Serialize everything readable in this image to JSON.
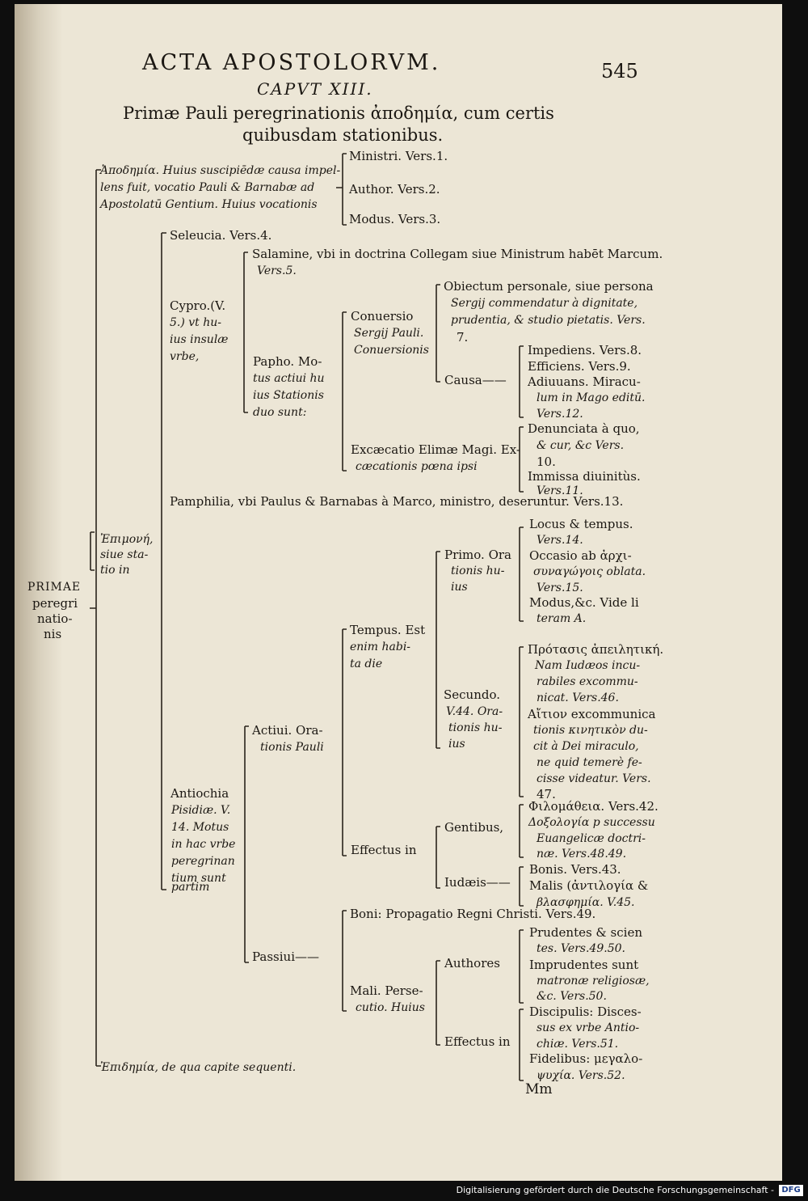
{
  "header": {
    "running_title": "ACTA APOSTOLORVM.",
    "page_number": "545",
    "chapter": "CAPVT XIII.",
    "title_line1": "Primæ Pauli peregrinationis ἀποδημία, cum certis",
    "title_line2": "quibusdam stationibus."
  },
  "root": {
    "l1": "PRIMAE",
    "l2": "peregri",
    "l3": "natio-",
    "l4": "nis"
  },
  "apodemia": {
    "l1": "Ἀποδημία. Huius suscipiēdæ causa impel-",
    "l2": "lens fuit, vocatio Pauli & Barnabæ ad",
    "l3": "Apostolatū Gentium. Huius vocationis",
    "ministri": "Ministri. Vers.1.",
    "author": "Author. Vers.2.",
    "modus": "Modus. Vers.3."
  },
  "epimone": {
    "l1": "Ἐπιμονή,",
    "l2": "siue sta-",
    "l3": "tio in"
  },
  "seleucia": "Seleucia. Vers.4.",
  "cypro": {
    "l1": "Cypro.(V.",
    "l2": "5.) vt hu-",
    "l3": "ius insulæ",
    "l4": "vrbe,"
  },
  "salamine": {
    "l1": "Salamine, vbi in doctrina Collegam siue Ministrum habēt Marcum.",
    "l2": "Vers.5."
  },
  "papho": {
    "l1": "Papho. Mo-",
    "l2": "tus actiui hu",
    "l3": "ius Stationis",
    "l4": "duo sunt:"
  },
  "conuersio": {
    "l1": "Conuersio",
    "l2": "Sergij Pauli.",
    "l3": "Conuersionis"
  },
  "obiectum": {
    "l1": "Obiectum personale, siue persona",
    "l2": "Sergij commendatur à dignitate,",
    "l3": "prudentia, & studio pietatis. Vers.",
    "l4": "7."
  },
  "causa": {
    "label": "Causa——",
    "impediens": "Impediens. Vers.8.",
    "efficiens": "Efficiens. Vers.9.",
    "adiuuans_l1": "Adiuuans. Miracu-",
    "adiuuans_l2": "lum in Mago editū.",
    "adiuuans_l3": "Vers.12."
  },
  "excaecatio": {
    "l1": "Excæcatio Elimæ Magi. Ex-",
    "l2": "cæcationis pœna ipsi",
    "den_l1": "Denunciata à quo,",
    "den_l2": "& cur, &c Vers.",
    "den_l3": "10.",
    "imm_l1": "Immissa diuinitùs.",
    "imm_l2": "Vers.11."
  },
  "pamphilia": "Pamphilia, vbi Paulus & Barnabas à Marco, ministro, deseruntur. Vers.13.",
  "primo": {
    "l1": "Primo. Ora",
    "l2": "tionis hu-",
    "l3": "ius",
    "locus_l1": "Locus & tempus.",
    "locus_l2": "Vers.14.",
    "occasio_l1": "Occasio ab ἀρχι-",
    "occasio_l2": "συναγώγοις oblata.",
    "occasio_l3": "Vers.15.",
    "modus_l1": "Modus,&c. Vide li",
    "modus_l2": "teram A."
  },
  "tempus": {
    "l1": "Tempus. Est",
    "l2": "enim habi-",
    "l3": "ta die"
  },
  "secundo": {
    "l1": "Secundo.",
    "l2": "V.44. Ora-",
    "l3": "tionis hu-",
    "l4": "ius",
    "p_l1": "Πρότασις ἀπειλητική.",
    "p_l2": "Nam Iudæos incu-",
    "p_l3": "rabiles excommu-",
    "p_l4": "nicat. Vers.46.",
    "a_l1": "Αἴτιον excommunica",
    "a_l2": "tionis κινητικὸν du-",
    "a_l3": "cit à Dei miraculo,",
    "a_l4": "ne quid temerè fe-",
    "a_l5": "cisse videatur. Vers.",
    "a_l6": "47."
  },
  "actiui": {
    "l1": "Actiui. Ora-",
    "l2": "tionis Pauli"
  },
  "antiochia": {
    "l1": "Antiochia",
    "l2": "Pisidiæ. V.",
    "l3": "14. Motus",
    "l4": "in hac vrbe",
    "l5": "peregrinan",
    "l6": "tium sunt",
    "l7": "partim"
  },
  "effectus": {
    "label": "Effectus in",
    "gentibus": "Gentibus,",
    "g_l1": "Φιλομάθεια. Vers.42.",
    "g_l2": "Δοξολογία p successu",
    "g_l3": "Euangelicæ doctri-",
    "g_l4": "næ. Vers.48.49.",
    "iudaeis": "Iudæis——",
    "bonis": "Bonis. Vers.43.",
    "malis_l1": "Malis (ἀντιλογία &",
    "malis_l2": "βλασφημία. V.45."
  },
  "passiui": {
    "label": "Passiui——",
    "boni": "Boni: Propagatio Regni Christi. Vers.49.",
    "mali_l1": "Mali. Perse-",
    "mali_l2": "cutio. Huius",
    "authores": "Authores",
    "prud_l1": "Prudentes & scien",
    "prud_l2": "tes. Vers.49.50.",
    "impr_l1": "Imprudentes sunt",
    "impr_l2": "matronæ religiosæ,",
    "impr_l3": "&c. Vers.50.",
    "eff2": "Effectus in",
    "disc_l1": "Discipulis: Disces-",
    "disc_l2": "sus ex vrbe Antio-",
    "disc_l3": "chiæ. Vers.51.",
    "fid_l1": "Fidelibus: μεγαλο-",
    "fid_l2": "ψυχία. Vers.52."
  },
  "epidemia": "Ἐπιδημία, de qua capite sequenti.",
  "signature": "Mm",
  "footer": {
    "text": "Digitalisierung gefördert durch die Deutsche Forschungsgemeinschaft -",
    "logo": "DFG"
  }
}
